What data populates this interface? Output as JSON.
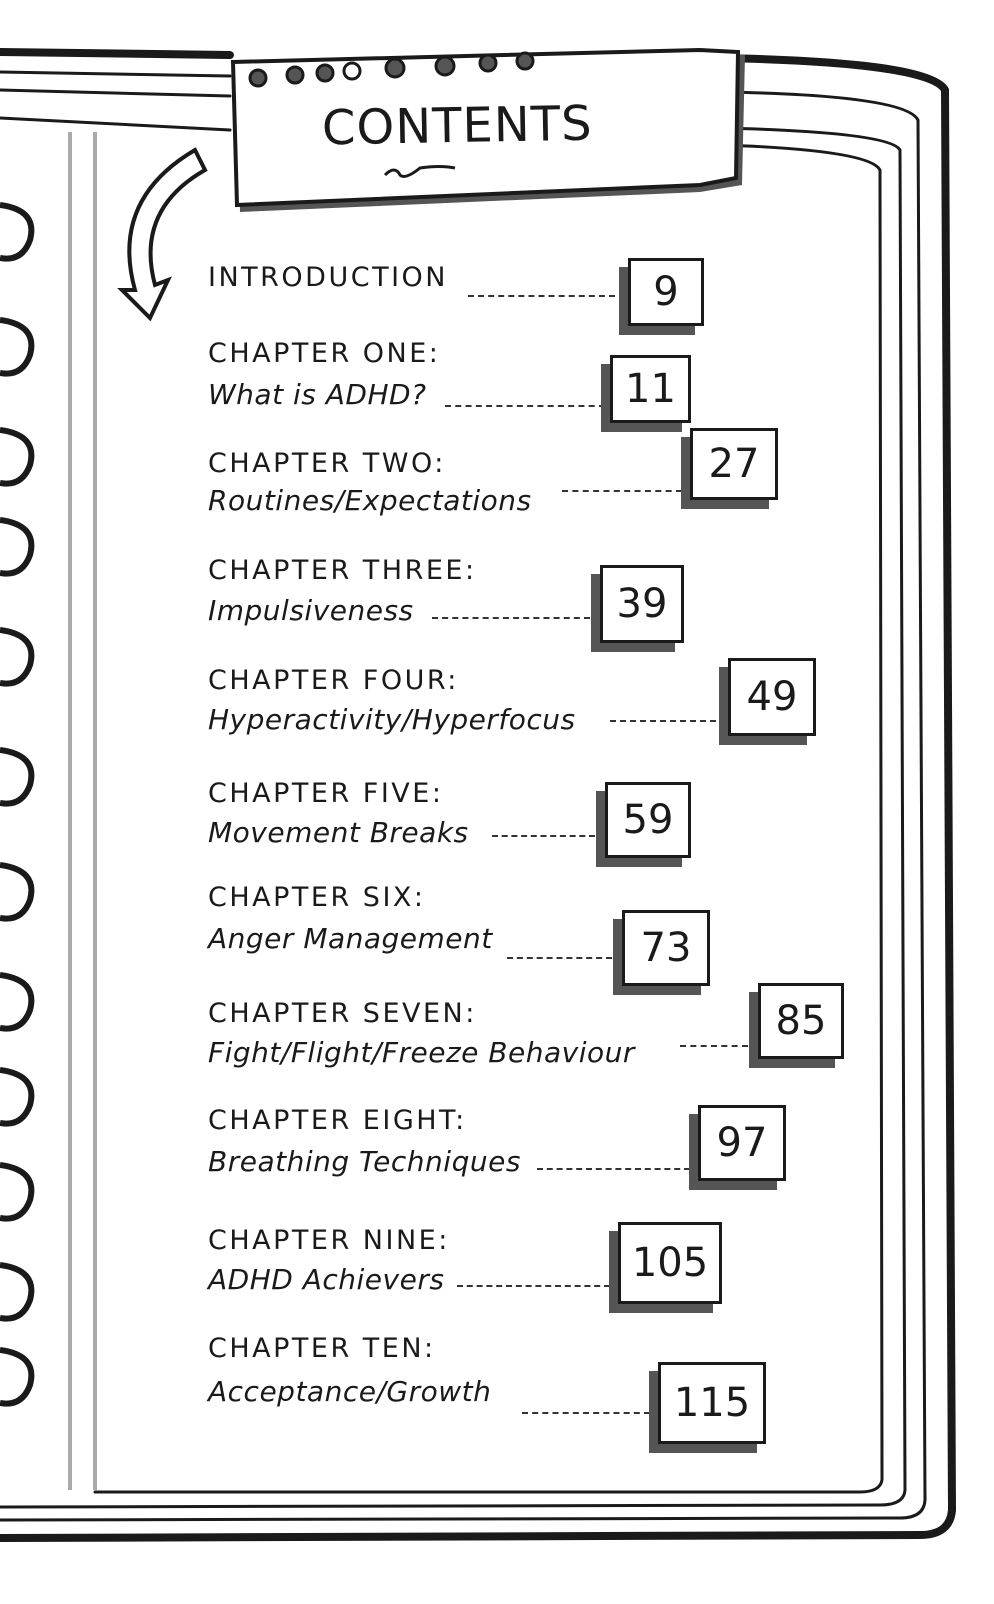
{
  "title": "CONTENTS",
  "entries": [
    {
      "heading": "INTRODUCTION",
      "subtitle": "",
      "page": "9"
    },
    {
      "heading": "CHAPTER ONE:",
      "subtitle": "What is ADHD?",
      "page": "11"
    },
    {
      "heading": "CHAPTER TWO:",
      "subtitle": "Routines/Expectations",
      "page": "27"
    },
    {
      "heading": "CHAPTER THREE:",
      "subtitle": "Impulsiveness",
      "page": "39"
    },
    {
      "heading": "CHAPTER FOUR:",
      "subtitle": "Hyperactivity/Hyperfocus",
      "page": "49"
    },
    {
      "heading": "CHAPTER FIVE:",
      "subtitle": "Movement Breaks",
      "page": "59"
    },
    {
      "heading": "CHAPTER SIX:",
      "subtitle": "Anger Management",
      "page": "73"
    },
    {
      "heading": "CHAPTER SEVEN:",
      "subtitle": "Fight/Flight/Freeze Behaviour",
      "page": "85"
    },
    {
      "heading": "CHAPTER EIGHT:",
      "subtitle": "Breathing Techniques",
      "page": "97"
    },
    {
      "heading": "CHAPTER NINE:",
      "subtitle": "ADHD Achievers",
      "page": "105"
    },
    {
      "heading": "CHAPTER TEN:",
      "subtitle": "Acceptance/Growth",
      "page": "115"
    }
  ]
}
